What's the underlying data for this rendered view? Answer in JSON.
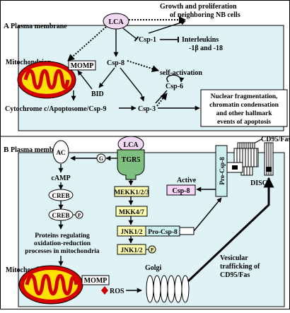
{
  "colors": {
    "panel_bg": "#dff3f7",
    "lca_fill": "#f2d9f2",
    "tgr5_green": "#7fbf7f",
    "yellow_box": "#ffffb3",
    "pink_box": "#f7d4f7",
    "cyan_box": "#ccefef",
    "mito_red": "#d40000",
    "mito_yellow": "#ffe100",
    "ros_red": "#cc0000"
  },
  "panel_a": {
    "letter": "A",
    "membrane_label": "Plasma membrane",
    "lca": "LCA",
    "growth_line1": "Growth  and proliferation",
    "growth_line2": "of neighboring  NB cells",
    "csp1": "Csp-1",
    "interleukins_line1": "Interleukins",
    "interleukins_line2": "-1β and -18",
    "mitochondrion": "Mitochondrion",
    "momp": "MOMP",
    "csp8": "Csp-8",
    "self_activation": "self-activation",
    "csp6": "Csp-6",
    "bid": "BID",
    "cytochrome": "Cytochrome c/Apoptosome/Csp-9",
    "csp3": "Csp-3",
    "outcome_line1": "Nuclear fragmentation,",
    "outcome_line2": "chromatin  condensation",
    "outcome_line3": "and other hallmark",
    "outcome_line4": "events of apoptosis"
  },
  "panel_b": {
    "letter": "B",
    "membrane_label": "Plasma membrane",
    "cd95": "CD95/Fas",
    "lca": "LCA",
    "tgr5": "TGR5",
    "ac": "AC",
    "g": "G",
    "camp": "cAMP",
    "creb": "CREB",
    "creb_p": "CREB",
    "p": "P",
    "mekk": "MEKK1/2/3",
    "mkk": "MKK4/7",
    "jnk": "JNK1/2",
    "jnk_p": "JNK1/2",
    "pro_csp8": "Pro-Csp-8",
    "pro_csp8_vertical": "Pro-Csp-8",
    "active_line1": "Active",
    "active_csp8": "Csp-8",
    "disc": "DISC",
    "proteins_line1": "Proteins regulating",
    "proteins_line2": "oxidation-reduction",
    "proteins_line3": "processes in mitochondria",
    "mitochondrion": "Mitochondrion",
    "momp": "MOMP",
    "ros": "ROS",
    "golgi": "Golgi",
    "vesicular_line1": "Vesicular",
    "vesicular_line2": "trafficking of",
    "vesicular_line3": "CD95/Fas"
  }
}
